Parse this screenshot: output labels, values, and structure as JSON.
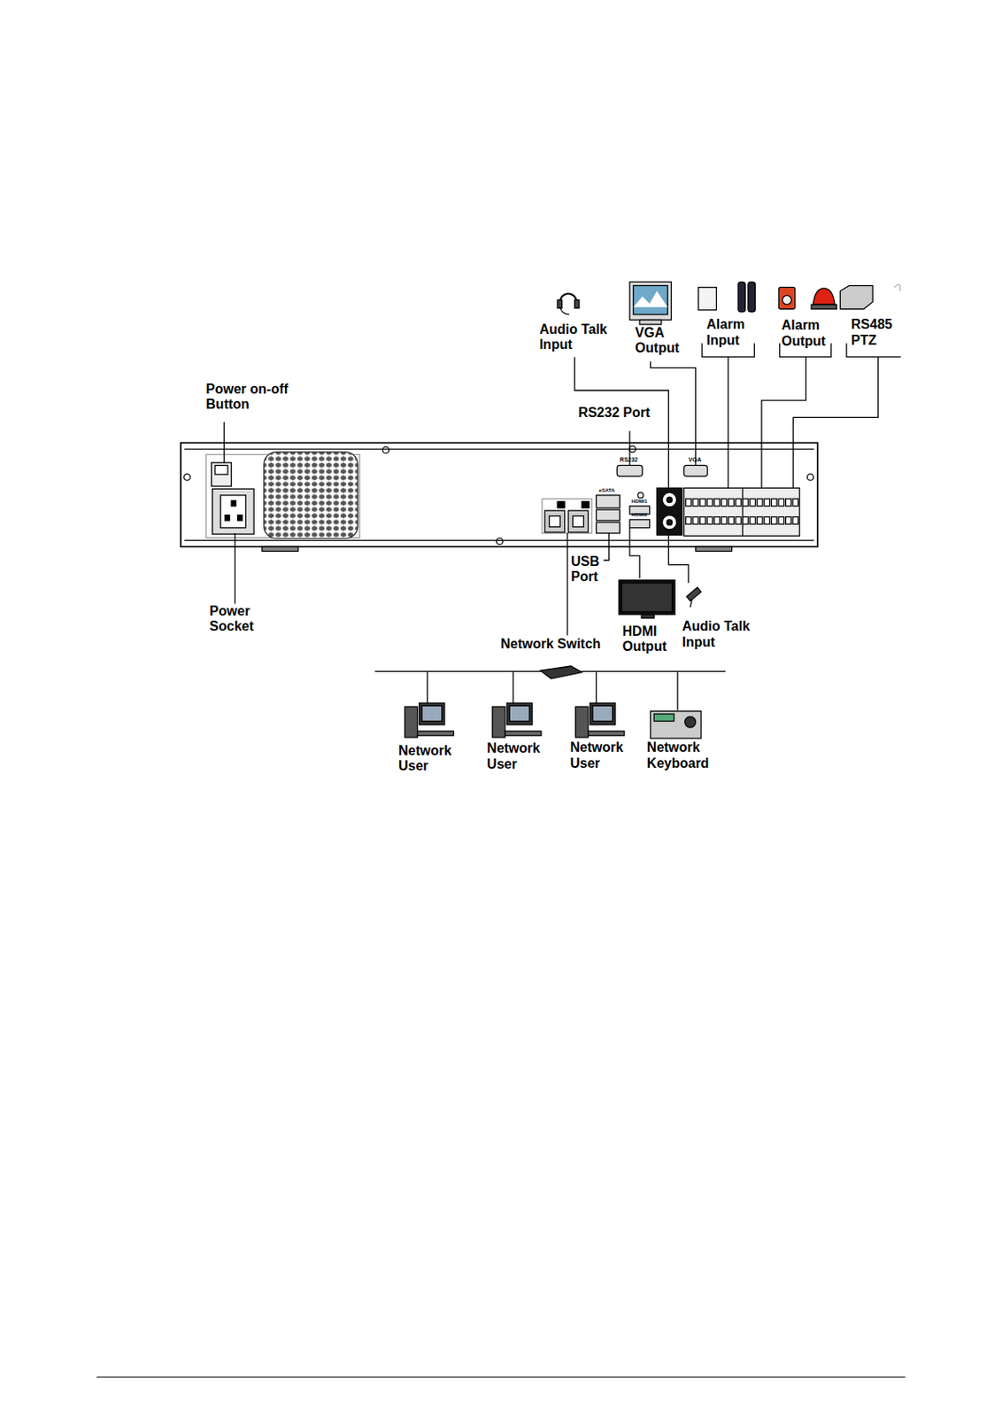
{
  "diagram": {
    "labels": [
      "Audio Talk Input",
      "VGA Output",
      "Alarm Input",
      "Alarm Output",
      "RS485 PTZ",
      "Power on-off Button",
      "RS232 Port",
      "USB Port",
      "Power Socket",
      "Network Switch",
      "HDMI Output",
      "Audio Talk Input",
      "Network User",
      "Network User",
      "Network User",
      "Network Keyboard",
      "RS232",
      "VGA",
      "eSATA",
      "HDMI1",
      "HDMI2"
    ]
  }
}
